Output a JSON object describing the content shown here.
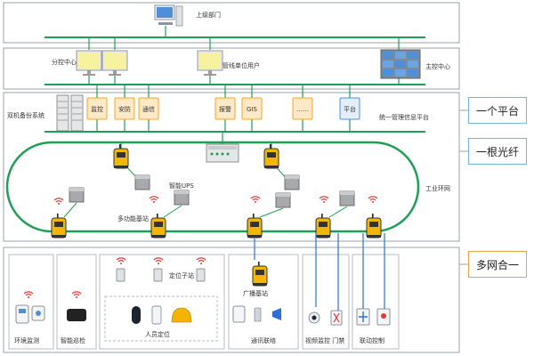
{
  "colors": {
    "network_line": "#1f9e55",
    "ring": "#1f9e55",
    "link_blue": "#2d6fd6",
    "panel_border": "#9aa3a8",
    "side_border_blue": "#6fb7d8",
    "side_border_orange": "#f0a04b",
    "module_orange": "#f5a623",
    "base_station": "#f2b705",
    "screen_yellow": "#f7f2a0"
  },
  "tier1": {
    "superior_dept": "上级部门"
  },
  "tier2": {
    "sub_control": "分控中心",
    "pipeline_user": "管线单位用户",
    "main_control": "主控中心"
  },
  "tier3": {
    "dual_backup": "双机备份系统",
    "modules": [
      {
        "label": "监控",
        "style": "orange"
      },
      {
        "label": "安防",
        "style": "orange"
      },
      {
        "label": "通信",
        "style": "orange"
      },
      {
        "label": "报警",
        "style": "orange"
      },
      {
        "label": "GIS",
        "style": "orange"
      },
      {
        "label": "……",
        "style": "orange"
      },
      {
        "label": "平台",
        "style": "blue"
      }
    ],
    "platform_label": "统一管理信息平台"
  },
  "ring": {
    "smart_ups": "智能UPS",
    "multi_base": "多功能基站",
    "industrial_ring": "工业环网"
  },
  "subsystems": {
    "env_monitor": "环境监测",
    "smart_patrol": "智能巡检",
    "locator_tag": "定位子站",
    "personnel": "人员定位",
    "broadcast_base": "广播基站",
    "comm": "通讯联络",
    "video_door": "视频监控 门禁",
    "linkage": "联动控制"
  },
  "side_labels": {
    "one_platform": "一个平台",
    "one_fiber": "一根光纤",
    "multi_net": "多网合一"
  },
  "icons": [
    "computer-icon",
    "monitor-icon",
    "video-wall-icon",
    "server-rack-icon",
    "base-station-icon",
    "switch-icon",
    "wifi-signal-icon",
    "sensor-box-icon",
    "camera-icon",
    "phone-icon",
    "speaker-icon"
  ]
}
